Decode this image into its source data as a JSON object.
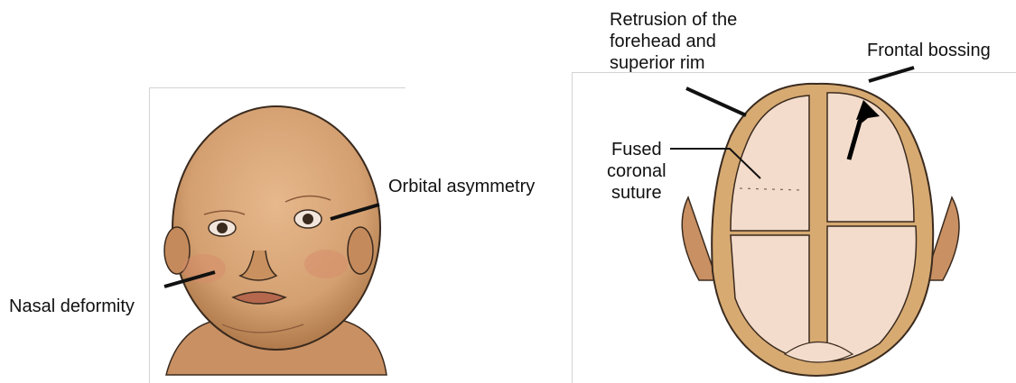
{
  "labels": {
    "nasal_deformity": "Nasal deformity",
    "orbital_asymmetry": "Orbital asymmetry",
    "retrusion": [
      "Retrusion of the",
      "forehead and",
      "superior rim"
    ],
    "frontal_bossing": "Frontal bossing",
    "fused_coronal_suture": [
      "Fused",
      "coronal",
      "suture"
    ]
  },
  "colors": {
    "skin": "#d9a678",
    "skin_shadow": "#b97f52",
    "skull_bone": "#f3dccb",
    "skull_rim": "#c8955c",
    "outline": "#3a2a1e",
    "leader_line": "#111111"
  }
}
